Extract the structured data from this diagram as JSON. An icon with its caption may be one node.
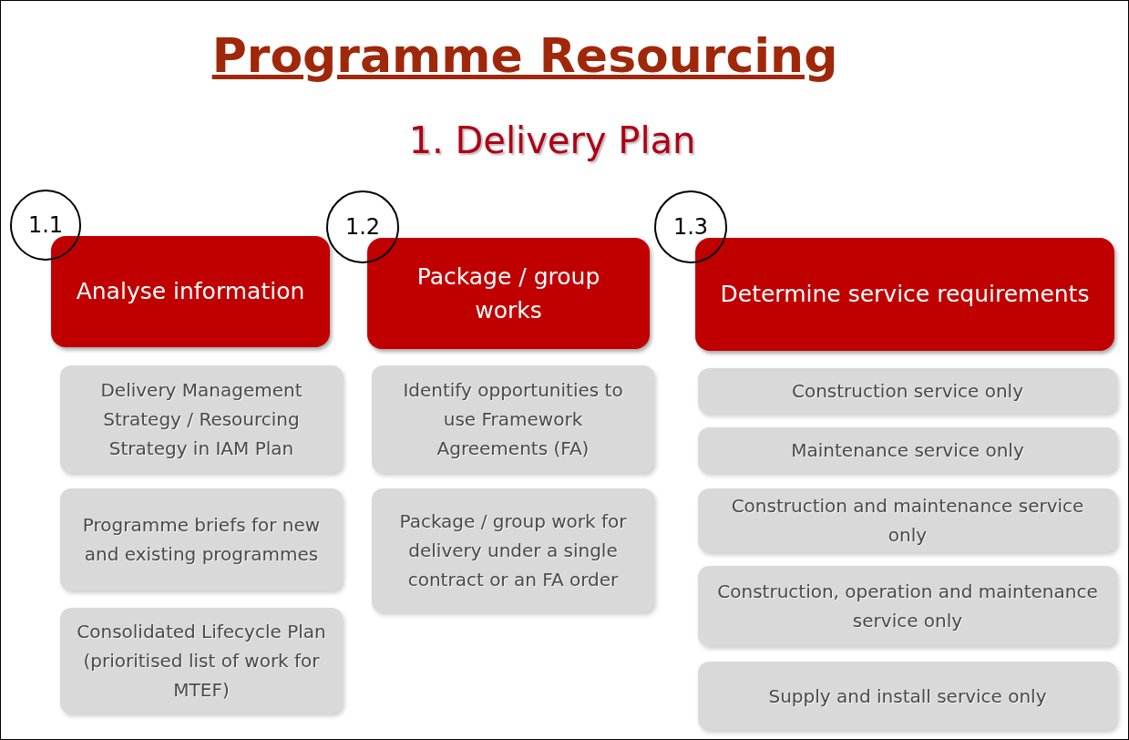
{
  "diagram": {
    "title": "Programme Resourcing",
    "nodes": [
      {
        "text": [
          "1.1"
        ]
      },
      {
        "text": [
          "Analyse information"
        ]
      },
      {
        "text": [
          "Delivery Management Strategy / Resourcing Strategy in IAM Plan"
        ]
      },
      {
        "text": [
          "Programme briefs for new and existing programmes"
        ]
      },
      {
        "text": [
          "Consolidated Lifecycle Plan (prioritised list of work for MTEF)"
        ]
      },
      {
        "text": [
          "1.2"
        ]
      },
      {
        "text": [
          "Package / group works"
        ]
      },
      {
        "text": [
          "Identify opportunities to use Framework Agreements (FA)"
        ]
      },
      {
        "text": [
          "Package / group work for delivery under a single contract or an FA order"
        ]
      },
      {
        "text": [
          "1.3"
        ]
      },
      {
        "text": [
          "Determine service requirements"
        ]
      },
      {
        "text": [
          "Construction service only"
        ]
      },
      {
        "text": [
          "Maintenance service only"
        ]
      },
      {
        "text": [
          "Construction and maintenance service only"
        ]
      },
      {
        "text": [
          "Construction, operation and maintenance service only"
        ]
      },
      {
        "text": [
          "Supply and install service only"
        ]
      }
    ],
    "labels": [
      "1. Delivery Plan"
    ]
  }
}
